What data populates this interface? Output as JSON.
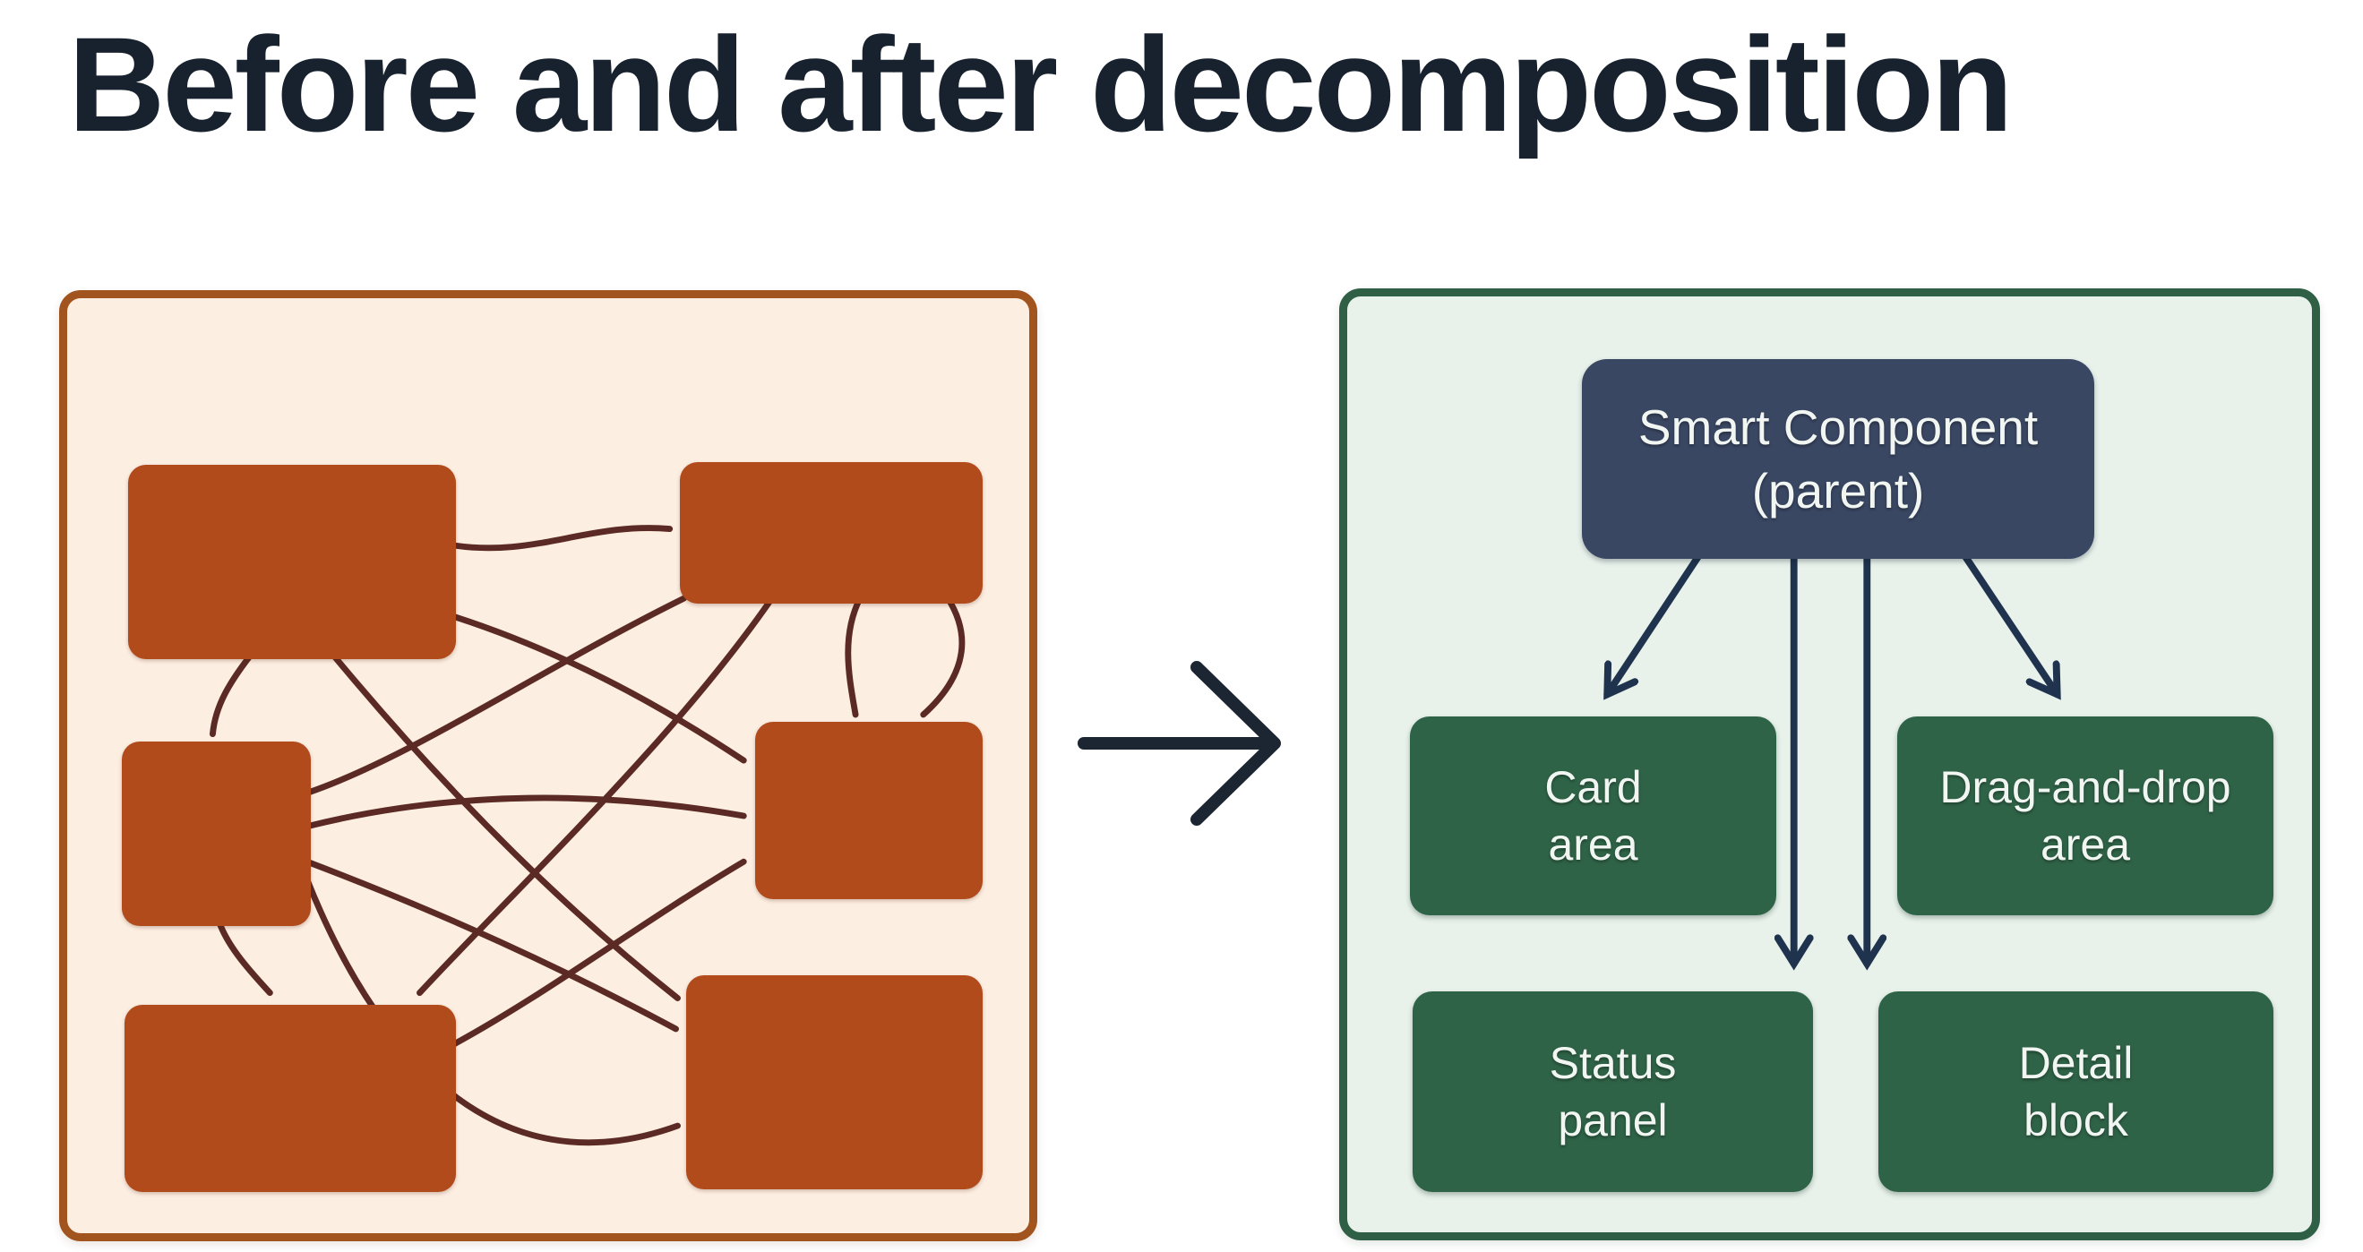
{
  "title": "Before and after decomposition",
  "colors": {
    "title": "#17222e",
    "before_border": "#a2541f",
    "before_bg": "#fdeee2",
    "before_box": "#b14b1c",
    "before_line": "#5b2a24",
    "divider_arrow": "#1c2632",
    "after_border": "#2f5f45",
    "after_bg": "#e8f2eb",
    "parent_box": "#3a4763",
    "child_box": "#2f6347",
    "after_arrow": "#20334e",
    "node_text": "#f2f6f3"
  },
  "before_panel": {
    "description": "tangled monolith component",
    "box_count": 6,
    "connection_count": 13,
    "boxes_have_labels": false
  },
  "divider": {
    "shape": "right-arrow"
  },
  "after_panel": {
    "parent": {
      "line1": "Smart Component",
      "line2": "(parent)"
    },
    "children": [
      {
        "id": "card-area",
        "line1": "Card",
        "line2": "area"
      },
      {
        "id": "drag-and-drop-area",
        "line1": "Drag-and-drop",
        "line2": "area"
      },
      {
        "id": "status-panel",
        "line1": "Status",
        "line2": "panel"
      },
      {
        "id": "detail-block",
        "line1": "Detail",
        "line2": "block"
      }
    ],
    "edges": [
      {
        "from": "Smart Component (parent)",
        "to": "Card area"
      },
      {
        "from": "Smart Component (parent)",
        "to": "Status panel"
      },
      {
        "from": "Smart Component (parent)",
        "to": "Detail block"
      },
      {
        "from": "Smart Component (parent)",
        "to": "Drag-and-drop area"
      }
    ]
  }
}
